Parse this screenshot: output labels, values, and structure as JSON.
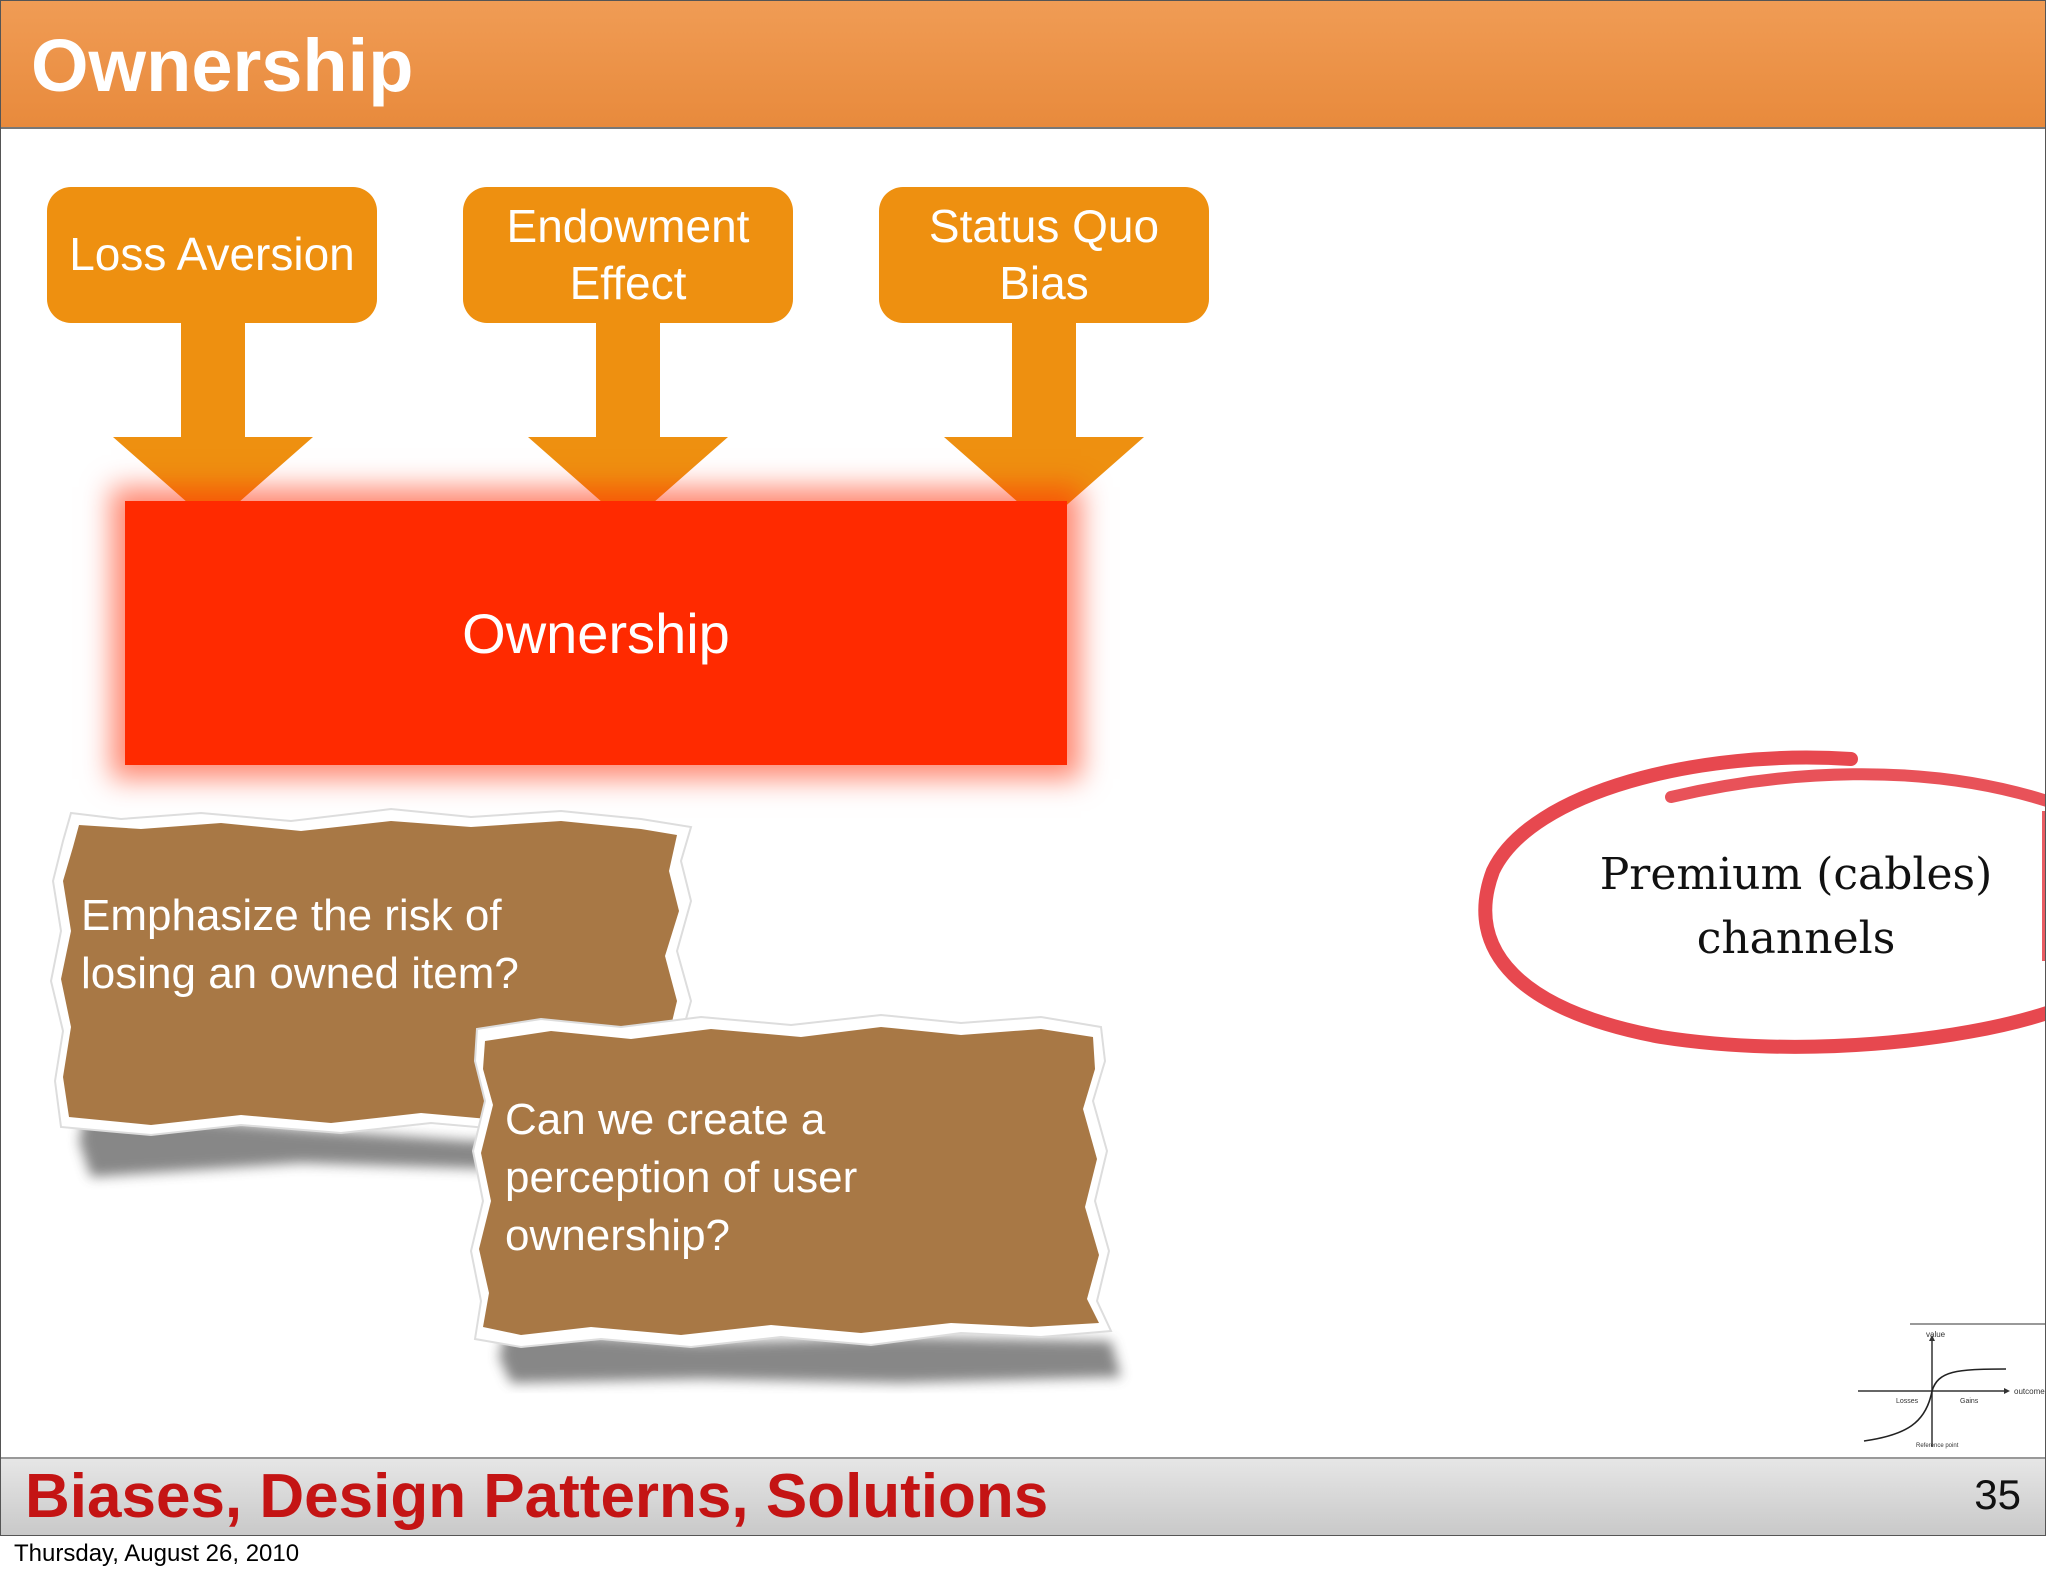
{
  "header": {
    "title": "Ownership"
  },
  "biases": [
    {
      "lines": [
        "Loss Aversion"
      ]
    },
    {
      "lines": [
        "Endowment",
        "Effect"
      ]
    },
    {
      "lines": [
        "Status Quo",
        "Bias"
      ]
    }
  ],
  "center": {
    "label": "Ownership"
  },
  "notes": [
    {
      "lines": [
        "Emphasize the risk of",
        "losing an owned item?"
      ]
    },
    {
      "lines": [
        "Can we create a",
        "perception of user",
        "ownership?"
      ]
    }
  ],
  "callout": {
    "lines": [
      "Premium (cables)",
      "channels"
    ]
  },
  "mini_chart": {
    "labels": {
      "y": "value",
      "x": "outcome",
      "left": "Losses",
      "right": "Gains",
      "ref": "Reference point"
    }
  },
  "footer": {
    "title": "Biases, Design Patterns, Solutions",
    "page": "35"
  },
  "date": "Thursday, August 26, 2010",
  "colors": {
    "header": "#ec8f42",
    "bias": "#ee9010",
    "ownership": "#ff2a00",
    "paper": "#a87845",
    "footer_title": "#c41414",
    "circle": "#e4343c"
  }
}
